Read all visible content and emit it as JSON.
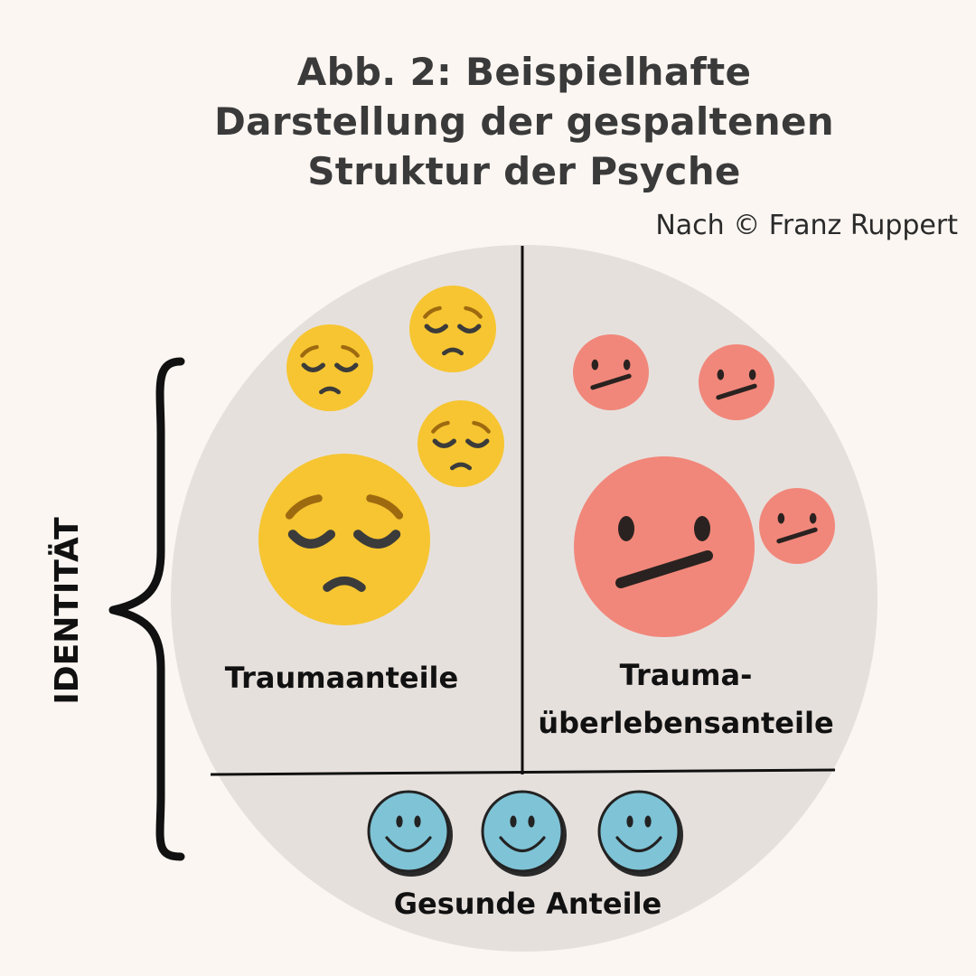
{
  "title": {
    "lines": [
      "Abb. 2: Beispielhafte",
      "Darstellung der gespaltenen",
      "Struktur der Psyche"
    ]
  },
  "credit": "Nach © Franz Ruppert",
  "identity_label": "IDENTITÄT",
  "sections": {
    "trauma": {
      "label": "Traumaanteile"
    },
    "survival": {
      "label_lines": [
        "Trauma-",
        "überlebensanteile"
      ]
    },
    "healthy": {
      "label": "Gesunde Anteile"
    }
  },
  "colors": {
    "background": "#fbf6f2",
    "circle": "#e6e0dd",
    "trauma_face": "#f6c531",
    "survival_face": "#f1877a",
    "healthy_face": "#7fc3d6",
    "ink": "#111111"
  },
  "icons": {
    "trauma_face": "pensive-face-icon",
    "survival_face": "neutral-face-icon",
    "healthy_face": "smiling-face-icon",
    "identity_brace": "curly-brace-icon"
  }
}
